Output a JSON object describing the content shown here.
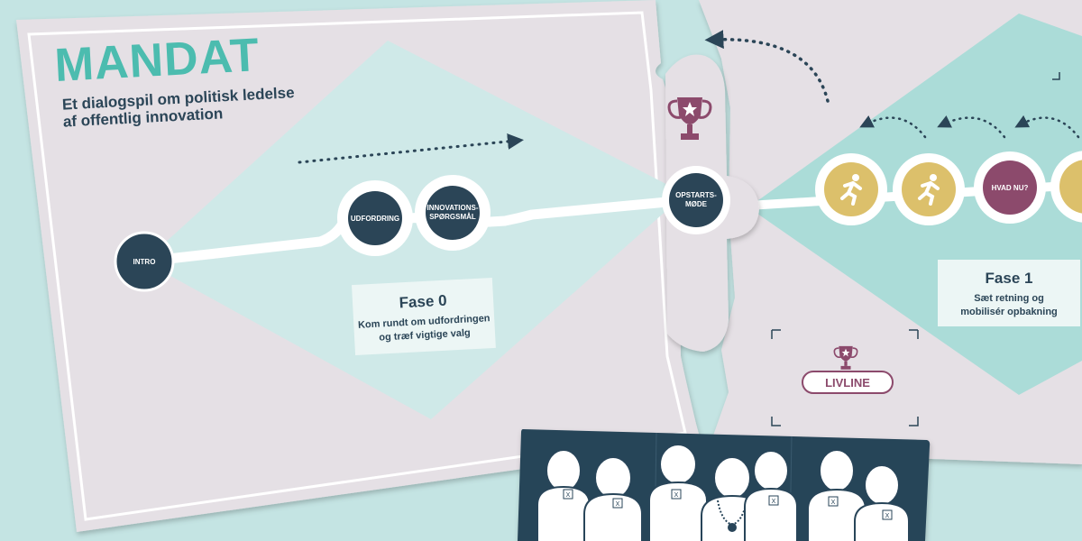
{
  "game": {
    "title": "MANDAT",
    "subtitle_line1": "Et dialogspil om politisk ledelse",
    "subtitle_line2": "af offentlig innovation"
  },
  "phase0": {
    "heading": "Fase 0",
    "desc_line1": "Kom rundt om udfordringen",
    "desc_line2": "og træf vigtige valg"
  },
  "phase1": {
    "heading": "Fase 1",
    "desc_line1": "Sæt retning og",
    "desc_line2": "mobilisér opbakning"
  },
  "nodes": {
    "intro": "INTRO",
    "udfordring": "UDFORDRING",
    "innovations_l1": "INNOVATIONS-",
    "innovations_l2": "SPØRGSMÅL",
    "opstarts_l1": "OPSTARTS-",
    "opstarts_l2": "MØDE",
    "hvad_nu": "HVAD NU?"
  },
  "lifeline": {
    "label": "LIVLINE"
  },
  "ballot_mark": "X",
  "colors": {
    "background": "#c4e4e3",
    "board": "#e5e0e5",
    "diamond": "#cfe9e8",
    "diamond_right": "#abdcd8",
    "title": "#4cbcaf",
    "navy": "#2b4557",
    "plum": "#8c4a6c",
    "gold": "#dcc06b",
    "card": "#284559"
  },
  "icons": [
    "trophy-icon",
    "runner-icon",
    "arrow-icon"
  ]
}
